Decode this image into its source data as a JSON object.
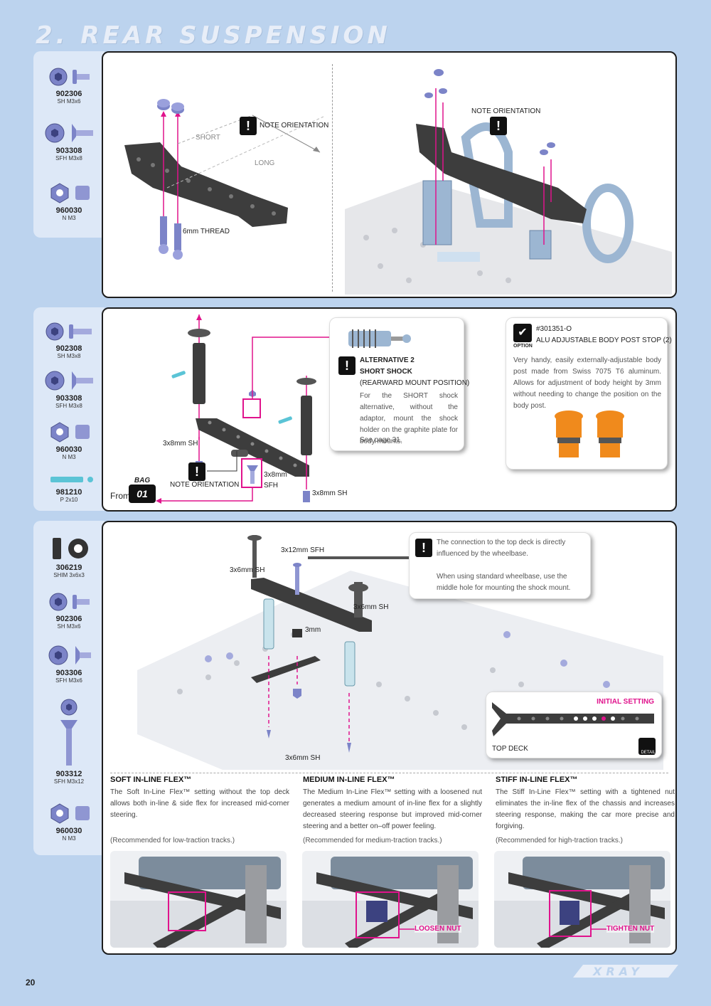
{
  "page_title": "2. REAR SUSPENSION",
  "page_number": "20",
  "brand": "XRAY",
  "section1": {
    "parts": [
      {
        "code": "902306",
        "desc": "SH M3x6"
      },
      {
        "code": "903308",
        "desc": "SFH M3x8"
      },
      {
        "code": "960030",
        "desc": "N M3"
      }
    ],
    "labels": {
      "note_left": "NOTE ORIENTATION",
      "short": "SHORT",
      "long": "LONG",
      "thread": "6mm THREAD",
      "note_right": "NOTE ORIENTATION"
    }
  },
  "section2": {
    "parts": [
      {
        "code": "902308",
        "desc": "SH M3x8"
      },
      {
        "code": "903308",
        "desc": "SFH M3x8"
      },
      {
        "code": "960030",
        "desc": "N M3"
      },
      {
        "code": "981210",
        "desc": "P 2x10"
      }
    ],
    "labels": {
      "sh_left": "3x8mm SH",
      "sfh": "3x8mm",
      "sfh2": "SFH",
      "sh_bottom": "3x8mm SH",
      "note": "NOTE ORIENTATION",
      "from": "From",
      "bag": "BAG",
      "bag_num": "01"
    },
    "alt": {
      "title1": "ALTERNATIVE 2",
      "title2": "SHORT SHOCK",
      "subtitle": "(REARWARD MOUNT POSITION)",
      "text": "For the SHORT shock alternative, without the adaptor, mount the shock holder on the graphite plate for body mounts.",
      "see": "See page 31."
    },
    "option": {
      "badge": "OPTION",
      "code": "#301351-O",
      "name": "ALU ADJUSTABLE BODY POST STOP (2)",
      "text": "Very handy, easily externally-adjustable body post made from Swiss 7075 T6 aluminum. Allows for adjustment of body height by 3mm without needing to change the position on the body post."
    }
  },
  "section3": {
    "parts": [
      {
        "code": "306219",
        "desc": "SHIM 3x6x3"
      },
      {
        "code": "902306",
        "desc": "SH M3x6"
      },
      {
        "code": "903306",
        "desc": "SFH M3x6"
      },
      {
        "code": "903312",
        "desc": "SFH M3x12"
      },
      {
        "code": "960030",
        "desc": "N M3"
      }
    ],
    "labels": {
      "sfh12": "3x12mm SFH",
      "sh_left": "3x6mm SH",
      "sh_right": "3x6mm SH",
      "mm3": "3mm",
      "sh_bottom": "3x6mm SH"
    },
    "note": {
      "line1": "The connection to the top deck is directly influenced by the wheelbase.",
      "line2": "When using standard wheelbase, use the middle hole for mounting the shock mount."
    },
    "topdeck": {
      "initial": "INITIAL SETTING",
      "label": "TOP DECK",
      "detail": "DETAIL"
    },
    "flex": [
      {
        "title": "SOFT IN-LINE FLEX™",
        "text": "The Soft In-Line Flex™ setting without the top deck allows both in-line & side flex for increased mid-corner steering.",
        "rec": "(Recommended for low-traction tracks.)",
        "tag": ""
      },
      {
        "title": "MEDIUM IN-LINE FLEX™",
        "text": "The Medium In-Line Flex™ setting with a loosened nut generates a medium amount of in-line flex for a slightly decreased steering response but improved mid-corner steering and a better on–off power feeling.",
        "rec": "(Recommended for medium-traction tracks.)",
        "tag": "LOOSEN NUT"
      },
      {
        "title": "STIFF IN-LINE FLEX™",
        "text": "The Stiff In-Line Flex™ setting with a tightened nut eliminates the in-line flex of the chassis and increases steering response, making the car more precise and forgiving.",
        "rec": "(Recommended for high-traction tracks.)",
        "tag": "TIGHTEN NUT"
      }
    ]
  },
  "colors": {
    "accent": "#e0138c",
    "screw": "#7c84c8",
    "carbon": "#3a3a3a",
    "alu": "#9cb6d2",
    "orange": "#f08a1c"
  }
}
